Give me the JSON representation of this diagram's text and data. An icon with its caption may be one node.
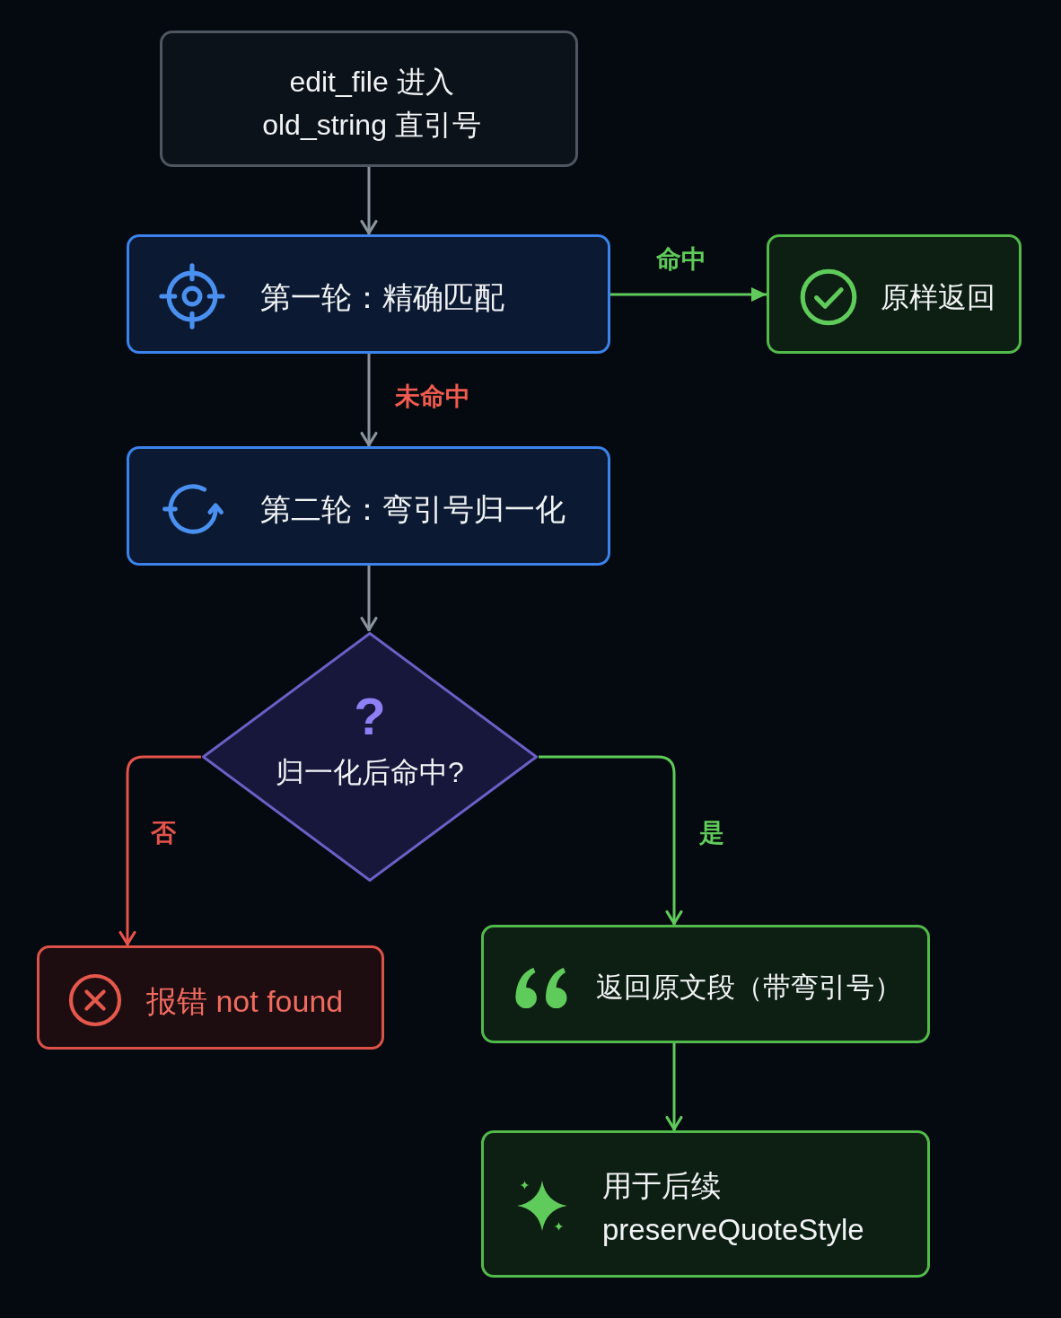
{
  "diagram": {
    "nodes": [
      {
        "text": [
          "edit_file 进入 old_string 直引号"
        ]
      },
      {
        "text": [
          "第一轮：精确匹配"
        ]
      },
      {
        "text": [
          "原样返回"
        ]
      },
      {
        "text": [
          "第二轮：弯引号归一化"
        ]
      },
      {
        "text": [
          "?",
          "归一化后命中?"
        ]
      },
      {
        "text": [
          "报错 not found"
        ]
      },
      {
        "text": [
          "返回原文段（带弯引号）"
        ]
      },
      {
        "text": [
          "用于后续 preserveQuoteStyle"
        ]
      }
    ],
    "edges": [
      {
        "from": 0,
        "to": 1,
        "arrow": "to"
      },
      {
        "from": 1,
        "to": 2,
        "arrow": "to",
        "label": "命中",
        "color": "#5fcb5a"
      },
      {
        "from": 1,
        "to": 3,
        "arrow": "to",
        "label": "未命中"
      },
      {
        "from": 3,
        "to": 4,
        "arrow": "to"
      },
      {
        "from": 4,
        "to": 5,
        "arrow": "to",
        "label": "否",
        "color": "#e5534b"
      },
      {
        "from": 4,
        "to": 6,
        "arrow": "to",
        "label": "是",
        "color": "#5fcb5a"
      },
      {
        "from": 6,
        "to": 7,
        "arrow": "to",
        "color": "#5fcb5a"
      }
    ]
  }
}
